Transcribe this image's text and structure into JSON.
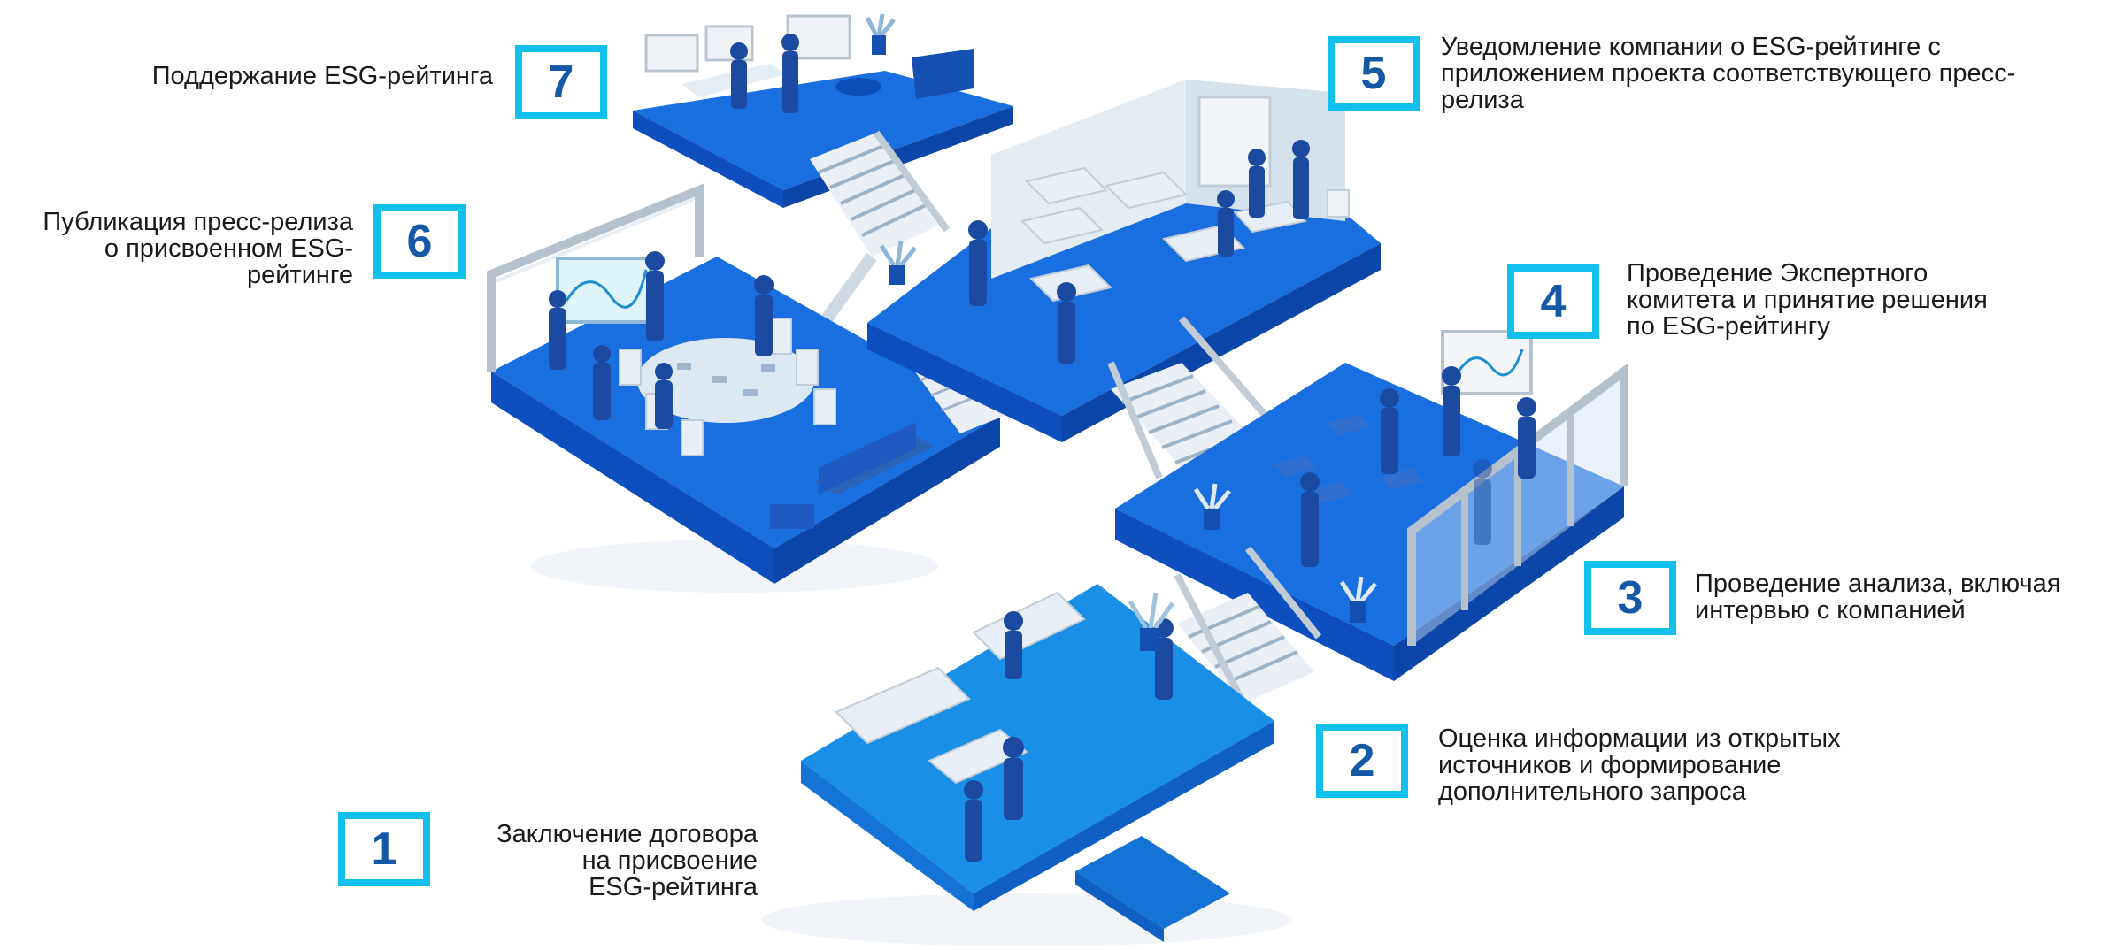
{
  "colors": {
    "accent_border": "#12c0ee",
    "number_text": "#1458a6",
    "floor_main": "#1a6fe0",
    "floor_side": "#0d4fbf",
    "floor_dark": "#0b46a8",
    "furniture": "#dfe9f2",
    "person": "#1b4aa0"
  },
  "steps": [
    {
      "number": "1",
      "lines": [
        "Заключение договора",
        "на присвоение",
        "ESG-рейтинга"
      ]
    },
    {
      "number": "2",
      "lines": [
        "Оценка информации из открытых",
        "источников и формирование",
        "дополнительного запроса"
      ]
    },
    {
      "number": "3",
      "lines": [
        "Проведение анализа, включая",
        "интервью с компанией"
      ]
    },
    {
      "number": "4",
      "lines": [
        "Проведение Экспертного",
        "комитета и принятие решения",
        "по ESG-рейтингу"
      ]
    },
    {
      "number": "5",
      "lines": [
        "Уведомление компании о ESG-рейтинге с",
        "приложением проекта соответствующего пресс-",
        "релиза"
      ]
    },
    {
      "number": "6",
      "lines": [
        "Публикация пресс-релиза",
        "о присвоенном ESG-",
        "рейтинге"
      ]
    },
    {
      "number": "7",
      "lines": [
        "Поддержание ESG-рейтинга"
      ]
    }
  ]
}
